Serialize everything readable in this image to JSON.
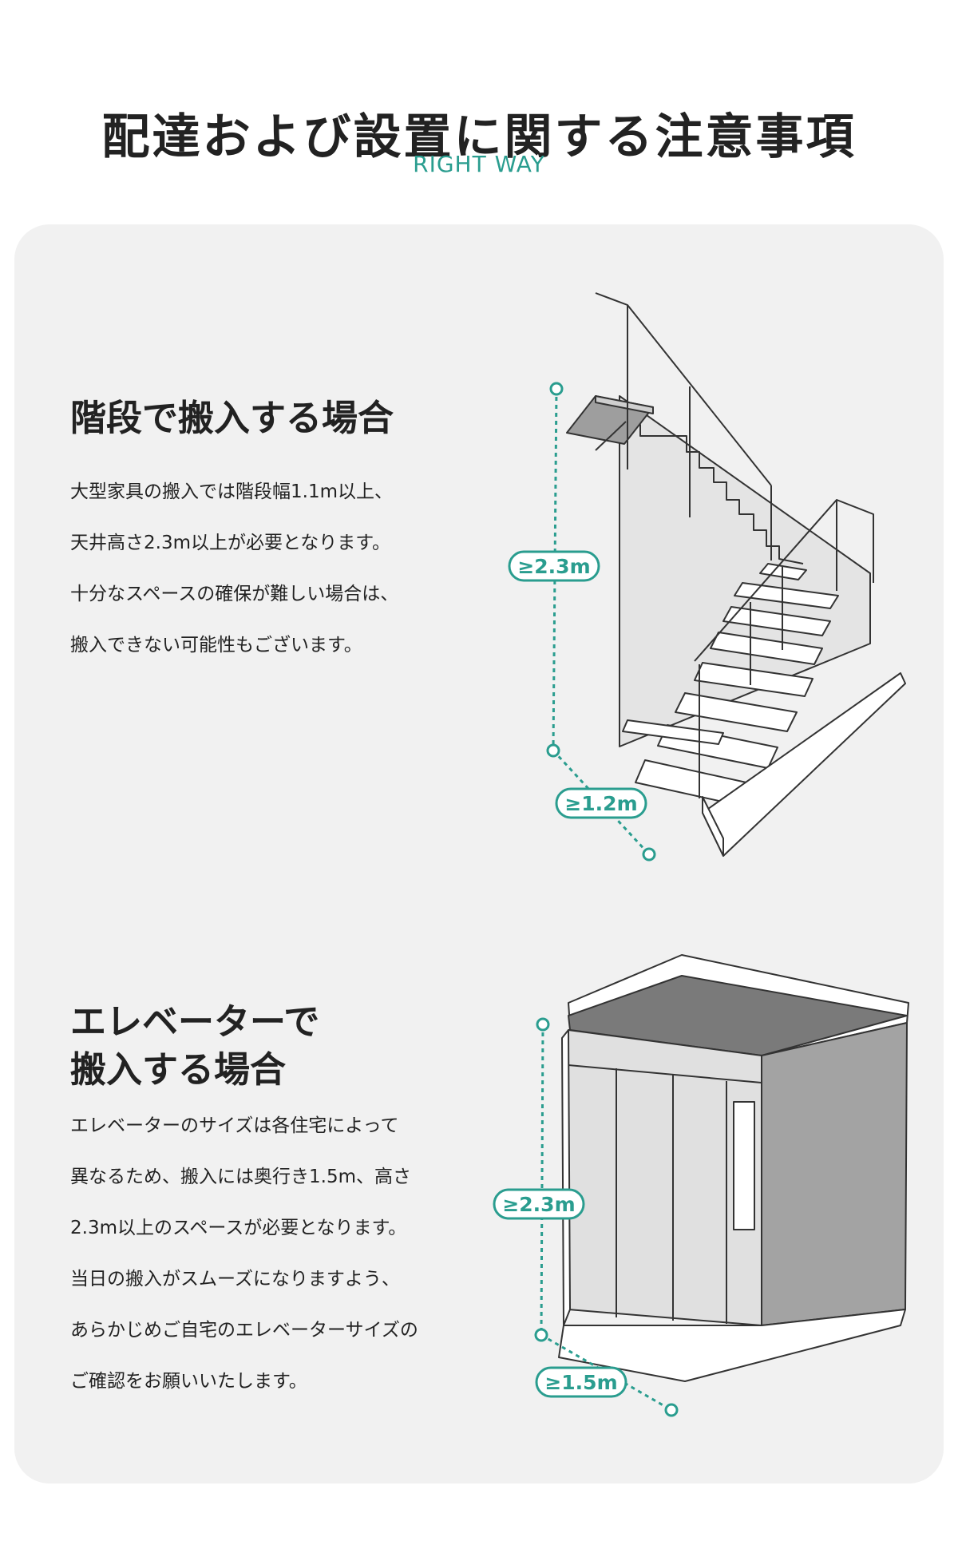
{
  "header": {
    "title": "配達および設置に関する注意事項",
    "subtitle": "RIGHT WAY"
  },
  "sections": [
    {
      "heading_lines": [
        "階段で搬入する場合"
      ],
      "body_lines": [
        "大型家具の搬入では階段幅1.1m以上、",
        "天井高さ2.3m以上が必要となります。",
        "十分なスペースの確保が難しい場合は、",
        "搬入できない可能性もございます。"
      ],
      "illustration": {
        "height_label": "≥2.3m",
        "width_label": "≥1.2m"
      }
    },
    {
      "heading_lines": [
        "エレベーターで",
        "搬入する場合"
      ],
      "body_lines": [
        "エレベーターのサイズは各住宅によって",
        "異なるため、搬入には奥行き1.5m、高さ",
        "2.3m以上のスペースが必要となります。",
        "当日の搬入がスムーズになりますよう、",
        "あらかじめご自宅のエレベーターサイズの",
        "ご確認をお願いいたします。"
      ],
      "illustration": {
        "height_label": "≥2.3m",
        "depth_label": "≥1.5m"
      }
    }
  ],
  "colors": {
    "accent": "#2a9d8f",
    "card_background": "#f1f1f1",
    "text": "#222222"
  }
}
